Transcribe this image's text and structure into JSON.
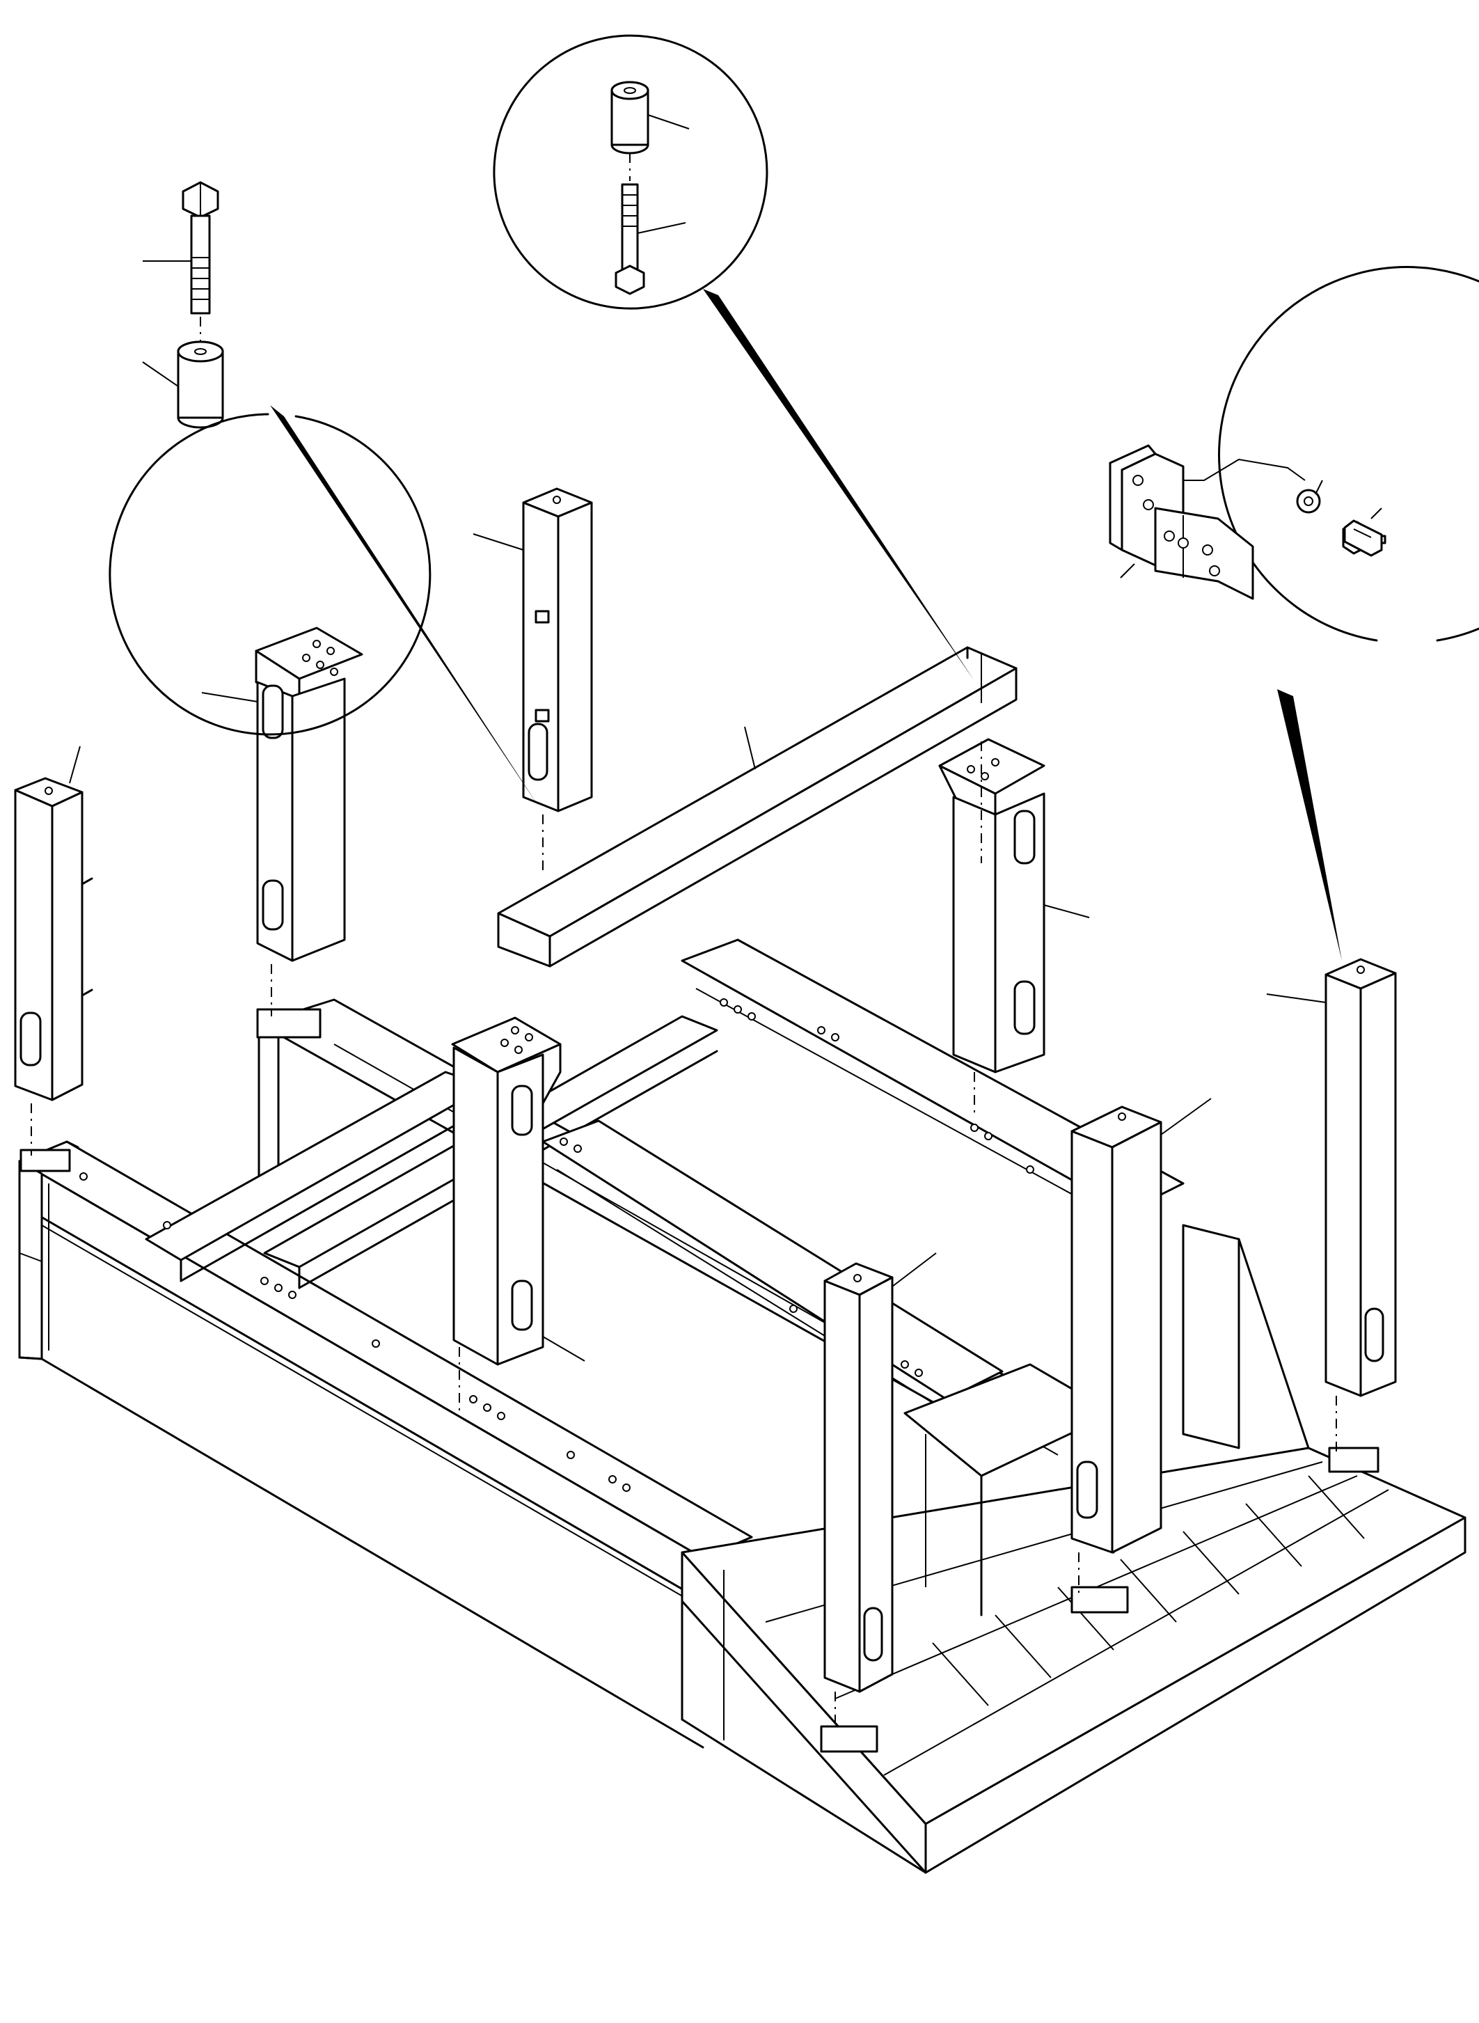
{
  "drawing": {
    "kind": "exploded parts diagram",
    "callout_circles": [
      "bolt-and-spacer-detail-left",
      "bolt-and-spacer-detail-top",
      "bracket-and-bolt-detail-right"
    ],
    "line_color": "#000000",
    "background": "#ffffff"
  }
}
